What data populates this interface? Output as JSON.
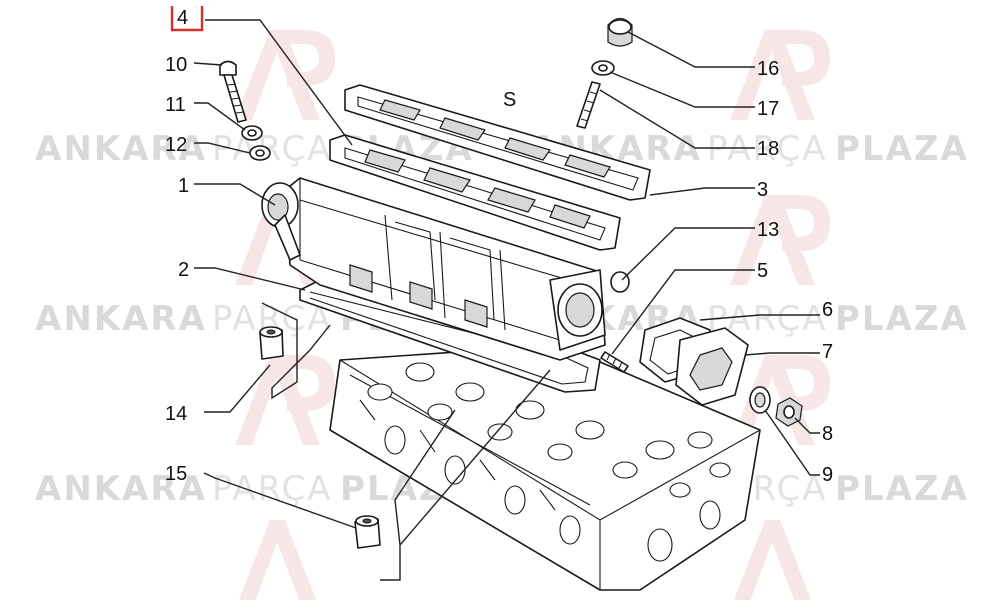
{
  "watermark": {
    "brand_bold_1": "ANKARA",
    "brand_light": "PARÇA",
    "brand_bold_2": "PLAZA"
  },
  "diagram": {
    "s_marker": "S",
    "highlighted_callout": "4",
    "highlight_color": "#d32f2f",
    "callouts": [
      "1",
      "2",
      "3",
      "4",
      "5",
      "6",
      "7",
      "8",
      "9",
      "10",
      "11",
      "12",
      "13",
      "14",
      "15",
      "16",
      "17",
      "18"
    ]
  }
}
